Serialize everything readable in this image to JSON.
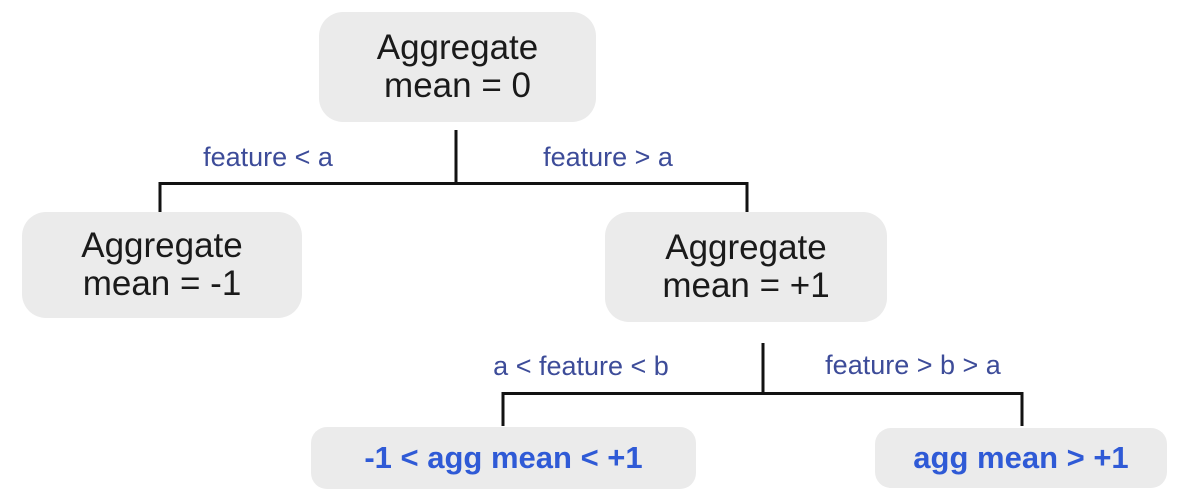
{
  "colors": {
    "background": "#ffffff",
    "node_fill": "#ebebeb",
    "node_text": "#1a1a1a",
    "edge_label": "#3d4c99",
    "leaf_text": "#2f5ad6",
    "line": "#121212"
  },
  "tree": {
    "root": {
      "line1": "Aggregate",
      "line2": "mean = 0"
    },
    "left_child": {
      "line1": "Aggregate",
      "line2": "mean = -1"
    },
    "right_child": {
      "line1": "Aggregate",
      "line2": "mean = +1"
    },
    "edges": {
      "root_left": "feature < a",
      "root_right": "feature > a",
      "right_left": "a < feature < b",
      "right_right": "feature > b > a"
    },
    "leaves": {
      "left": "-1 < agg mean < +1",
      "right": "agg mean > +1"
    }
  }
}
